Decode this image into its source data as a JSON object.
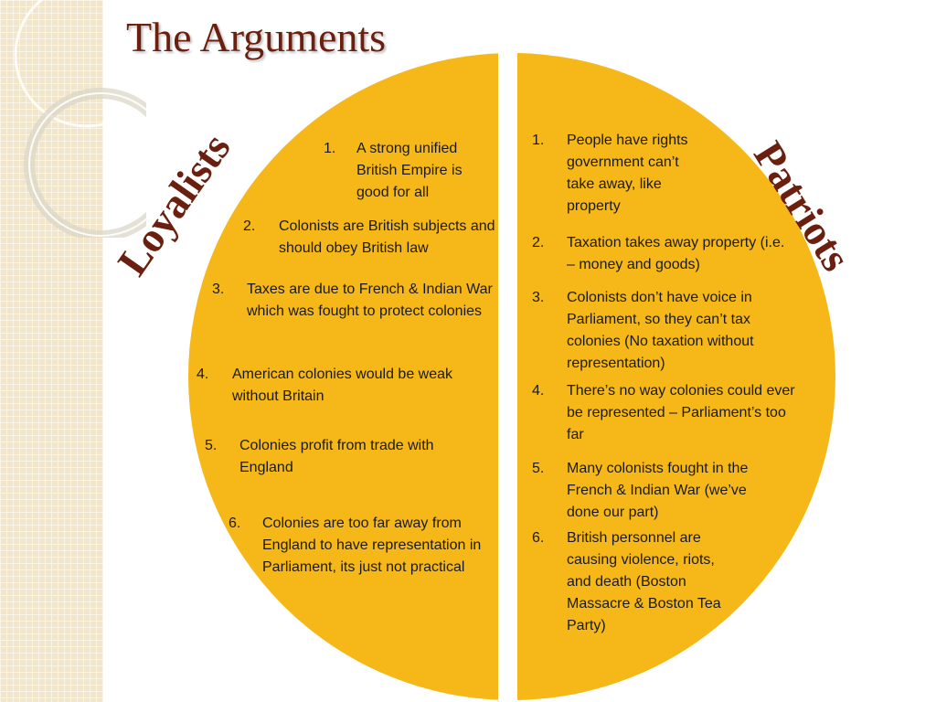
{
  "slide": {
    "title": "The Arguments"
  },
  "loyalists": {
    "heading": "Loyalists",
    "items": [
      {
        "number": "1.",
        "text": "A strong unified British Empire is good for all"
      },
      {
        "number": "2.",
        "text": "Colonists are British subjects and should obey British law"
      },
      {
        "number": "3.",
        "text": "Taxes are due to French & Indian War which was fought to protect colonies"
      },
      {
        "number": "4.",
        "text": "American colonies would be weak without Britain"
      },
      {
        "number": "5.",
        "text": "Colonies profit from trade with England"
      },
      {
        "number": "6.",
        "text": "Colonies are too far away from England to have representation in Parliament, its just not practical"
      }
    ]
  },
  "patriots": {
    "heading": "Patriots",
    "items": [
      {
        "number": "1.",
        "text": "People have rights government can’t take away, like property"
      },
      {
        "number": "2.",
        "text": "Taxation takes away property (i.e. – money and goods)"
      },
      {
        "number": "3.",
        "text": "Colonists don’t have voice in Parliament, so they can’t tax colonies (No taxation without representation)"
      },
      {
        "number": "4.",
        "text": "There’s no way colonies could ever be represented – Parliament’s too far"
      },
      {
        "number": "5.",
        "text": "Many colonists fought in the French & Indian War (we’ve done our part)"
      },
      {
        "number": "6.",
        "text": "British personnel are causing violence, riots, and death (Boston Massacre & Boston Tea Party)"
      }
    ]
  },
  "colors": {
    "circle": "#f6b818",
    "title": "#6b1f0f",
    "strip": "#f1e6c9"
  }
}
